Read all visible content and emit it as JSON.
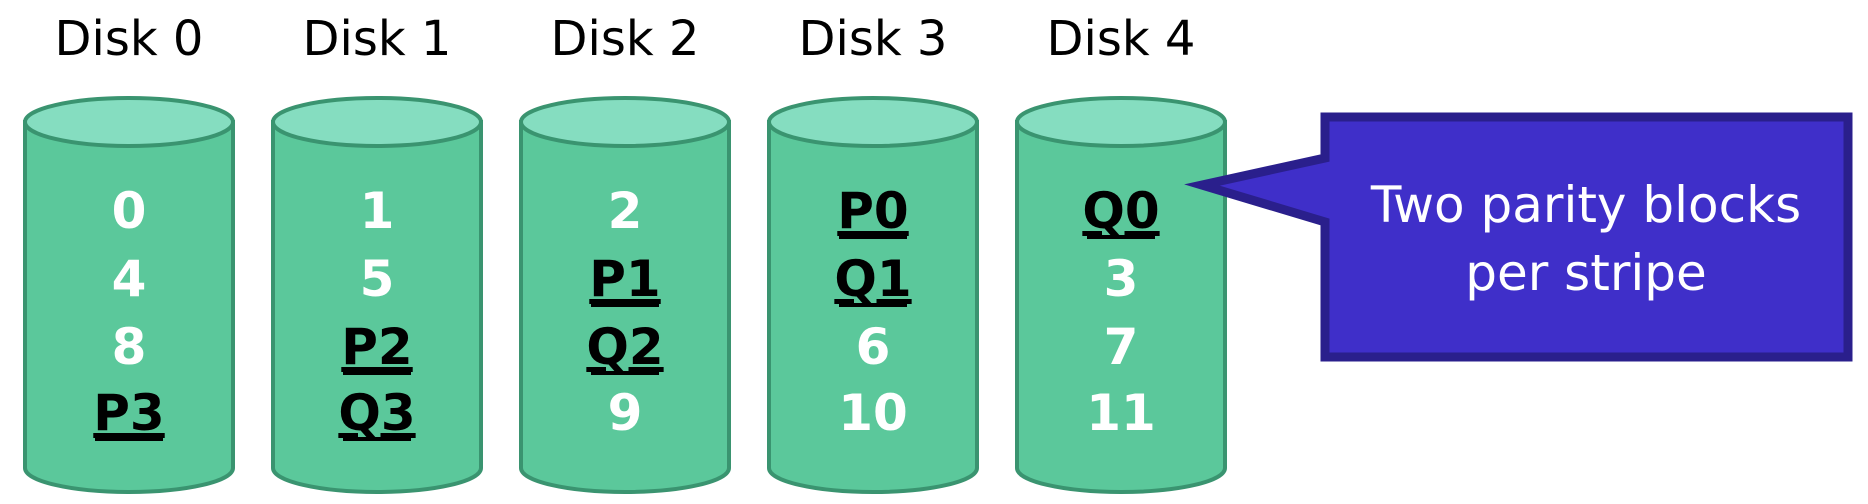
{
  "colors": {
    "cylinder_body": "#5bc89b",
    "cylinder_top": "#85ddc0",
    "cylinder_stroke": "#3a9470",
    "data_block_text": "#ffffff",
    "parity_block_text": "#000000",
    "callout_fill": "#3f2fc9",
    "callout_stroke": "#2a1f8c",
    "callout_text": "#ffffff"
  },
  "disks": [
    {
      "label": "Disk 0",
      "blocks": [
        {
          "text": "0",
          "parity": false
        },
        {
          "text": "4",
          "parity": false
        },
        {
          "text": "8",
          "parity": false
        },
        {
          "text": "P3",
          "parity": true
        }
      ]
    },
    {
      "label": "Disk 1",
      "blocks": [
        {
          "text": "1",
          "parity": false
        },
        {
          "text": "5",
          "parity": false
        },
        {
          "text": "P2",
          "parity": true
        },
        {
          "text": "Q3",
          "parity": true
        }
      ]
    },
    {
      "label": "Disk 2",
      "blocks": [
        {
          "text": "2",
          "parity": false
        },
        {
          "text": "P1",
          "parity": true
        },
        {
          "text": "Q2",
          "parity": true
        },
        {
          "text": "9",
          "parity": false
        }
      ]
    },
    {
      "label": "Disk 3",
      "blocks": [
        {
          "text": "P0",
          "parity": true
        },
        {
          "text": "Q1",
          "parity": true
        },
        {
          "text": "6",
          "parity": false
        },
        {
          "text": "10",
          "parity": false
        }
      ]
    },
    {
      "label": "Disk 4",
      "blocks": [
        {
          "text": "Q0",
          "parity": true
        },
        {
          "text": "3",
          "parity": false
        },
        {
          "text": "7",
          "parity": false
        },
        {
          "text": "11",
          "parity": false
        }
      ]
    }
  ],
  "callout": {
    "lines": [
      "Two parity blocks",
      "per stripe"
    ]
  }
}
